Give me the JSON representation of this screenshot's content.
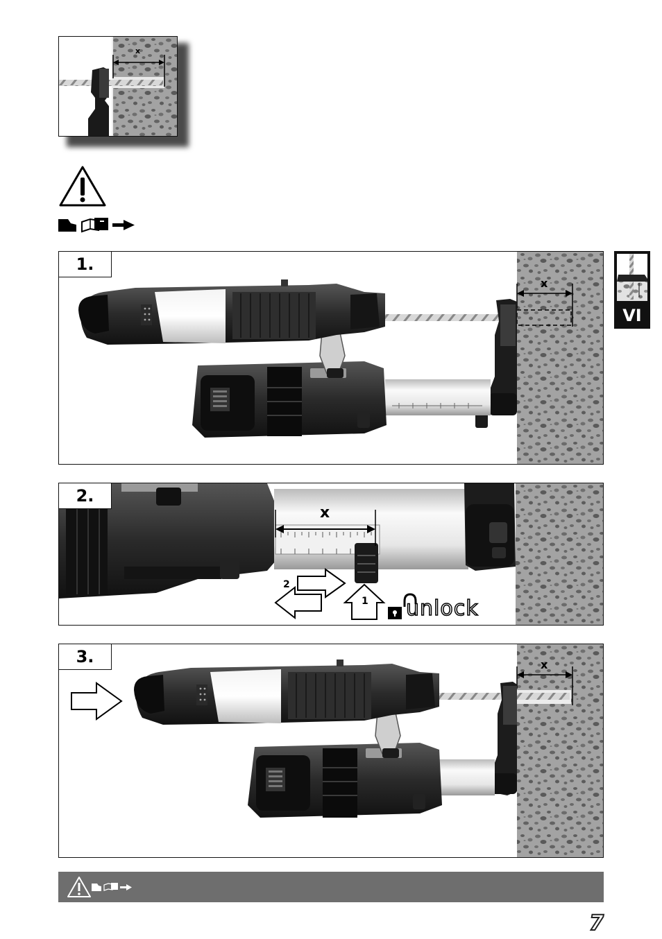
{
  "intro_figure": {
    "dimension_label": "x"
  },
  "steps": [
    {
      "label": "1.",
      "dimension_label": "x"
    },
    {
      "label": "2.",
      "dimension_label": "x",
      "arrow_label_1": "1",
      "arrow_label_2": "2",
      "unlock_text": "unlock"
    },
    {
      "label": "3.",
      "dimension_label": "x"
    }
  ],
  "side_tab": {
    "label": "VI"
  },
  "icons": [
    "warning-triangle-icon",
    "read-manual-icon",
    "arrow-right-icon"
  ],
  "page_number": "7"
}
